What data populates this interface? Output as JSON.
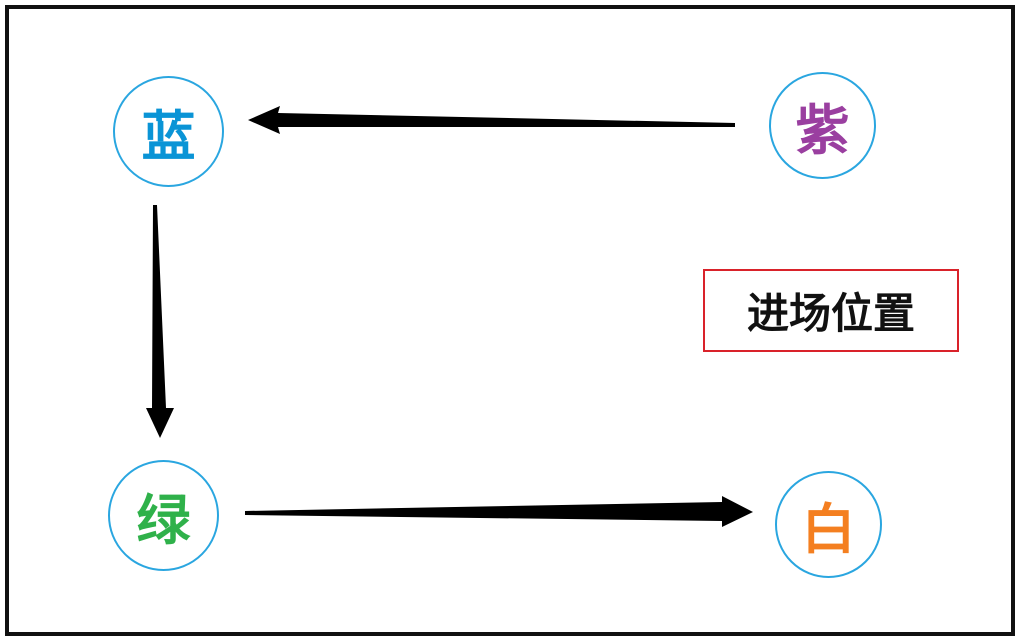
{
  "nodes": {
    "blue": {
      "label": "蓝",
      "color": "#0a94d6"
    },
    "purple": {
      "label": "紫",
      "color": "#9a3fa0"
    },
    "green": {
      "label": "绿",
      "color": "#2fb14a"
    },
    "white": {
      "label": "白",
      "color": "#f47f20"
    }
  },
  "legend": {
    "label": "进场位置"
  },
  "colors": {
    "circle_stroke": "#2aa6e0",
    "box_stroke": "#d9222a",
    "arrow": "#000000"
  }
}
